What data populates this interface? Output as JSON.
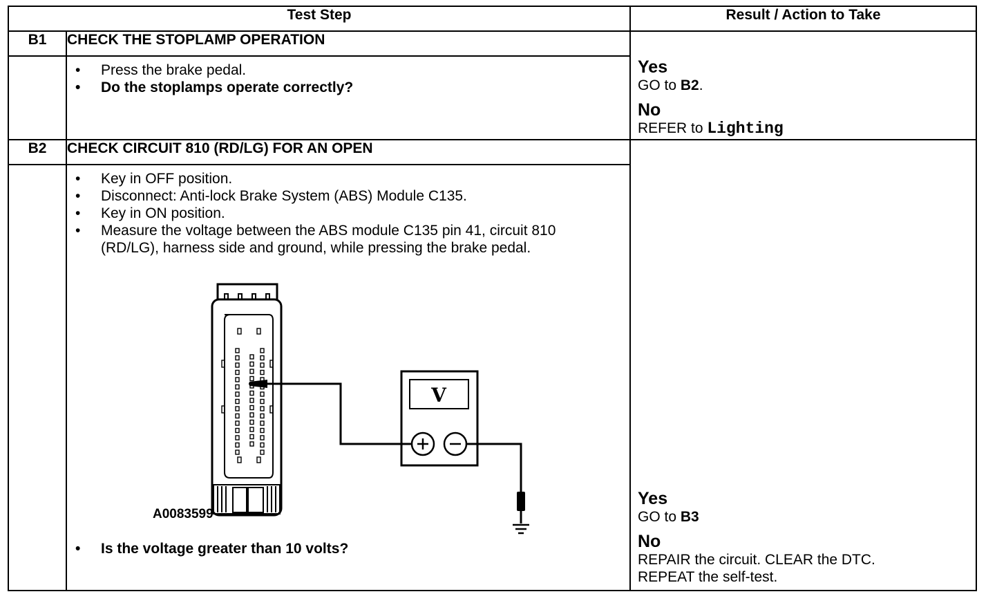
{
  "header": {
    "test_step": "Test Step",
    "result_action": "Result / Action to Take"
  },
  "b1": {
    "id": "B1",
    "title": "CHECK THE STOPLAMP OPERATION",
    "steps": [
      "Press the brake pedal.",
      "Do the stoplamps operate correctly?"
    ],
    "yes_label": "Yes",
    "yes_prefix": "GO to ",
    "yes_target": "B2",
    "yes_suffix": ".",
    "no_label": "No",
    "no_prefix": "REFER to ",
    "no_target": "Lighting"
  },
  "b2": {
    "id": "B2",
    "title": "CHECK CIRCUIT 810 (RD/LG) FOR AN OPEN",
    "steps": [
      "Key in OFF position.",
      "Disconnect: Anti-lock Brake System (ABS) Module C135.",
      "Key in ON position.",
      "Measure the voltage between the ABS module C135 pin 41, circuit 810 (RD/LG), harness side and ground, while pressing the brake pedal."
    ],
    "figure_id": "A0083599",
    "meter_symbol": "V",
    "question": "Is the voltage greater than 10 volts?",
    "yes_label": "Yes",
    "yes_prefix": "GO to ",
    "yes_target": "B3",
    "no_label": "No",
    "no_line1": "REPAIR the circuit. CLEAR the DTC.",
    "no_line2": "REPEAT the self-test."
  },
  "colors": {
    "ink": "#000000",
    "paper": "#ffffff"
  }
}
